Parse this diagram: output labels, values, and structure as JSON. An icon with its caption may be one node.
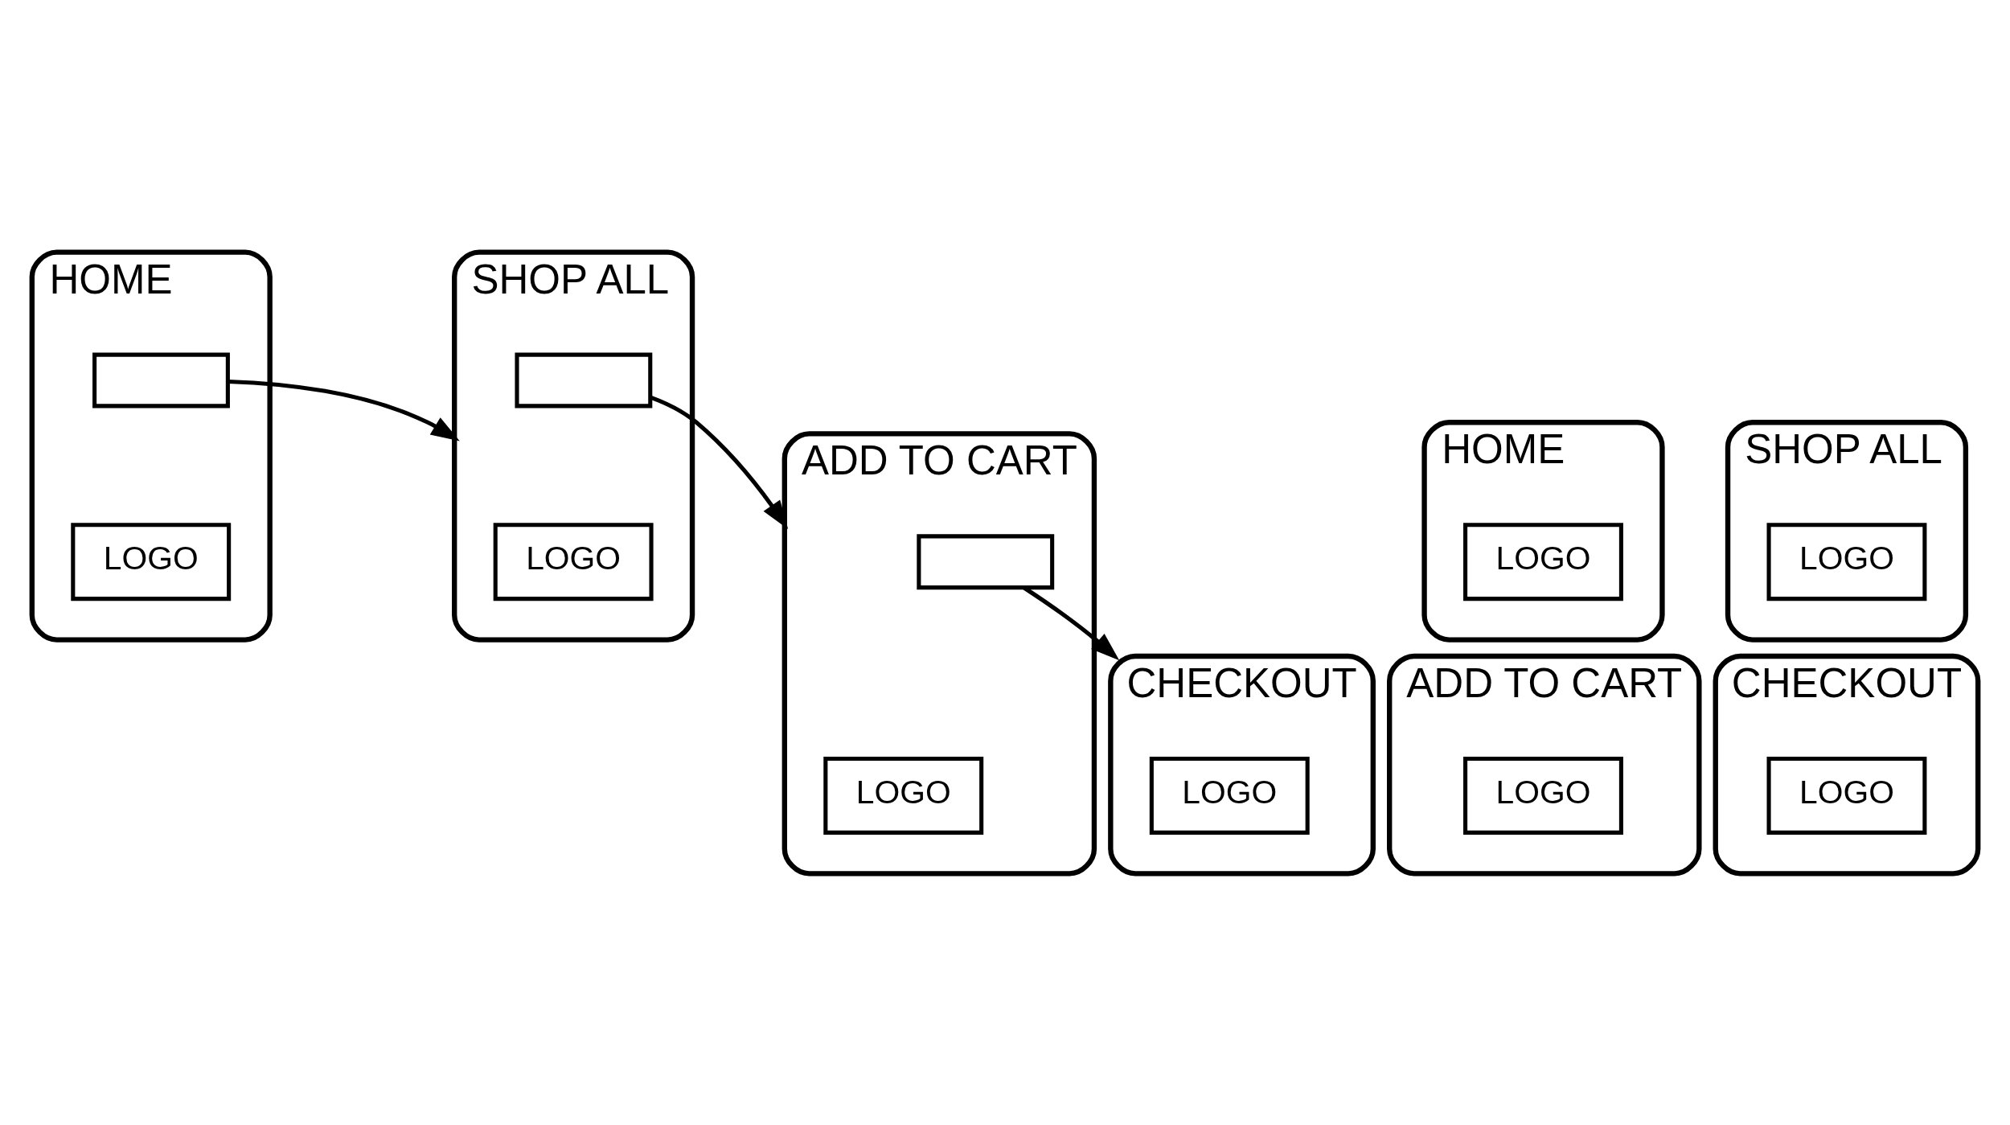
{
  "diagram": {
    "nodes": [
      {
        "text": [
          "HOME"
        ]
      },
      {
        "text": [
          "LOGO"
        ],
        "in": 0
      },
      {
        "text": [],
        "shape": "box",
        "in": 0
      },
      {
        "text": [
          "SHOP ALL"
        ]
      },
      {
        "text": [
          "LOGO"
        ],
        "in": 3
      },
      {
        "text": [],
        "shape": "box",
        "in": 3
      },
      {
        "text": [
          "ADD TO CART"
        ]
      },
      {
        "text": [
          "LOGO"
        ],
        "in": 6
      },
      {
        "text": [],
        "shape": "box",
        "in": 6
      },
      {
        "text": [
          "CHECKOUT"
        ]
      },
      {
        "text": [
          "LOGO"
        ],
        "in": 9
      },
      {
        "text": [
          "HOME"
        ]
      },
      {
        "text": [
          "LOGO"
        ],
        "in": 11
      },
      {
        "text": [
          "SHOP ALL"
        ]
      },
      {
        "text": [
          "LOGO"
        ],
        "in": 13
      },
      {
        "text": [
          "ADD TO CART"
        ]
      },
      {
        "text": [
          "LOGO"
        ],
        "in": 15
      },
      {
        "text": [
          "CHECKOUT"
        ]
      },
      {
        "text": [
          "LOGO"
        ],
        "in": 17
      }
    ],
    "edges": [
      {
        "from": 2,
        "to": 3,
        "arrow": "to"
      },
      {
        "from": 5,
        "to": 6,
        "arrow": "to"
      },
      {
        "from": 8,
        "to": 9,
        "arrow": "to"
      }
    ]
  }
}
